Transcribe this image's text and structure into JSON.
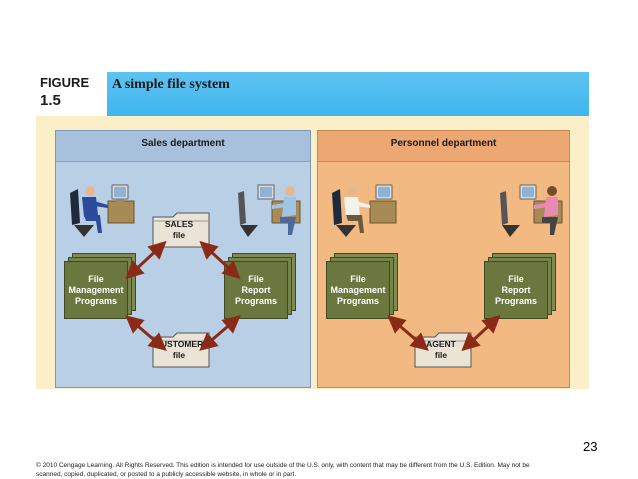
{
  "figure": {
    "label_word": "FIGURE",
    "label_number": "1.5",
    "title": "A simple file system"
  },
  "sales": {
    "title": "Sales department",
    "left_program": [
      "File",
      "Management",
      "Programs"
    ],
    "right_program": [
      "File",
      "Report",
      "Programs"
    ],
    "file_top": [
      "SALES",
      "file"
    ],
    "file_bottom": [
      "CUSTOMER",
      "file"
    ]
  },
  "personnel": {
    "title": "Personnel department",
    "left_program": [
      "File",
      "Management",
      "Programs"
    ],
    "right_program": [
      "File",
      "Report",
      "Programs"
    ],
    "file_bottom": [
      "AGENT",
      "file"
    ]
  },
  "colors": {
    "header": "#3fb5ee",
    "sales_panel": "#b9cfe6",
    "personnel_panel": "#f2b983",
    "program_card": "#6f7d45",
    "arrow": "#8b2b17"
  },
  "icons": [
    "computer-user-icon",
    "folder-icon",
    "double-arrow-icon"
  ],
  "page_number": "23",
  "copyright": "© 2010 Cengage Learning. All Rights Reserved. This edition is intended for use outside of the U.S. only, with content that may be different from the U.S. Edition. May not be scanned, copied, duplicated, or posted to a publicly accessible website, in whole or in part."
}
